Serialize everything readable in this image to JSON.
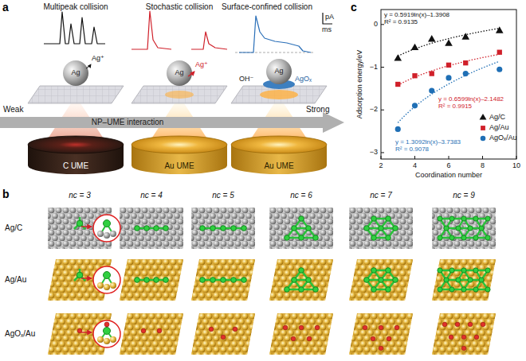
{
  "diagram": {
    "nodes": [
      {
        "text": [
          "C UME"
        ]
      },
      {
        "text": [
          "Au UME"
        ]
      },
      {
        "text": [
          "Au UME"
        ]
      }
    ],
    "labels": [
      "a",
      "Multipeak collision",
      "Stochastic collision",
      "Surface-confined collision",
      "pA",
      "ms",
      "Ag⁺",
      "Ag",
      "Ag⁺",
      "Ag",
      "OH⁻",
      "Ag",
      "AgOₓ",
      "Weak",
      "NP–UME interaction",
      "Strong",
      "b",
      "nc = 3",
      "nc = 4",
      "nc = 5",
      "nc = 6",
      "nc = 7",
      "nc = 9",
      "Ag/C",
      "Ag/Au",
      "AgOₓ/Au",
      "c",
      "y = 0.5919ln(x)–1.3908",
      "R² = 0.9135",
      "y = 0.6599ln(x)–2.1482",
      "R² = 0.9915",
      "y = 1.3092ln(x)–3.7383",
      "R² = 0.9078",
      "0",
      "−1",
      "−2",
      "−3",
      "2",
      "4",
      "6",
      "8",
      "10",
      "Adsorption energy/eV",
      "Coordination number"
    ],
    "legend": [
      {
        "text": "Ag/C"
      },
      {
        "text": "Ag/Au"
      },
      {
        "text": "AgOₓ/Au"
      }
    ]
  }
}
